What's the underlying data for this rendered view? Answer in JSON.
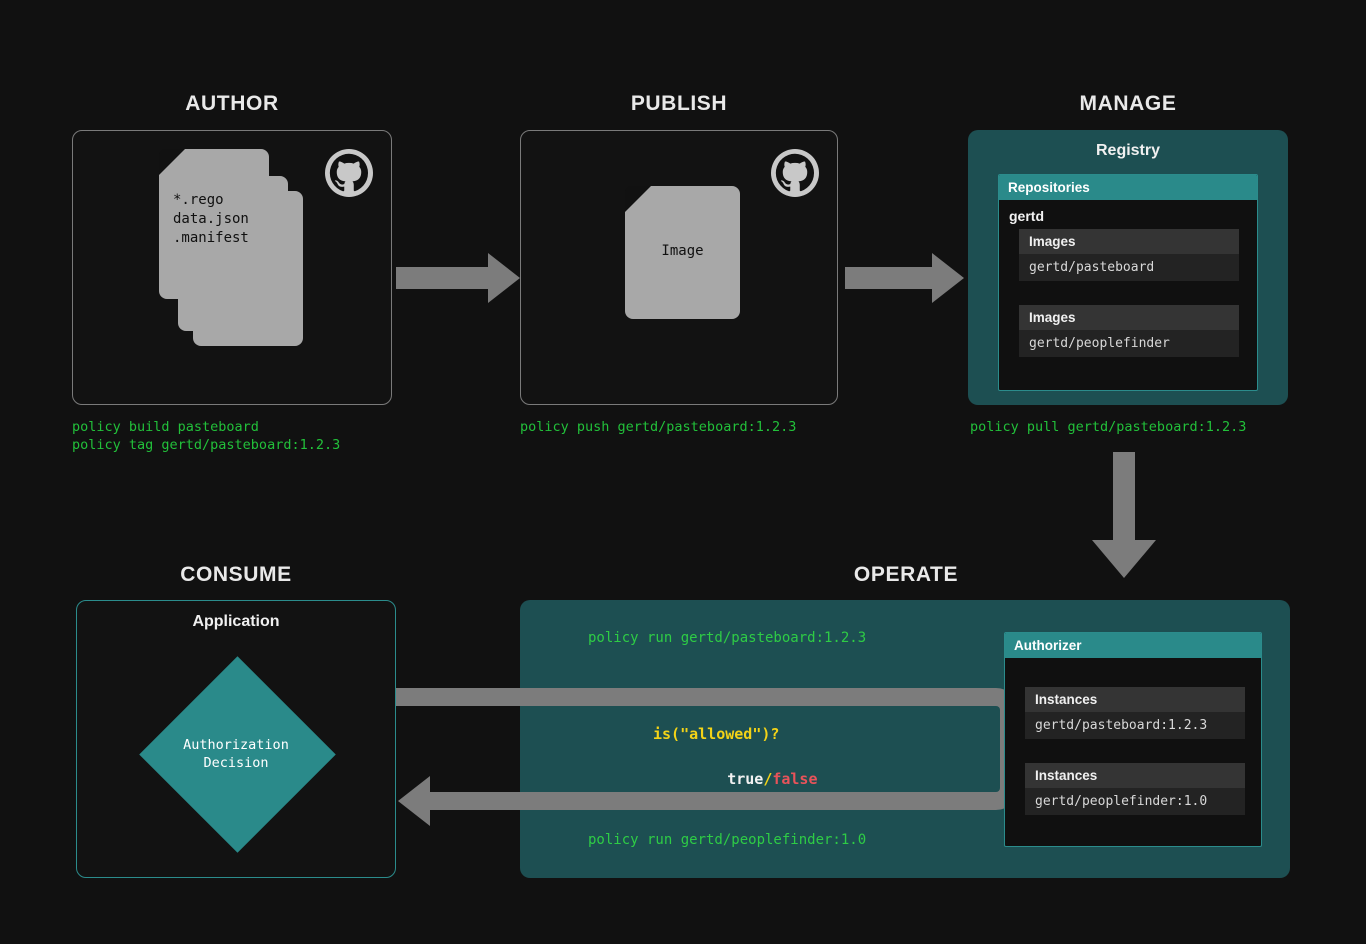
{
  "sections": {
    "author": {
      "title": "AUTHOR",
      "doc_lines": "*.rego\ndata.json\n.manifest",
      "icon": "github-icon",
      "commands": "policy build pasteboard\npolicy tag gertd/pasteboard:1.2.3"
    },
    "publish": {
      "title": "PUBLISH",
      "doc_label": "Image",
      "icon": "github-icon",
      "commands": "policy push gertd/pasteboard:1.2.3"
    },
    "manage": {
      "title": "MANAGE",
      "panel_heading": "Registry",
      "card_header": "Repositories",
      "org": "gertd",
      "groups": [
        {
          "header": "Images",
          "value": "gertd/pasteboard"
        },
        {
          "header": "Images",
          "value": "gertd/peoplefinder"
        }
      ],
      "commands": "policy pull gertd/pasteboard:1.2.3"
    },
    "consume": {
      "title": "CONSUME",
      "panel_heading": "Application",
      "diamond_label": "Authorization\nDecision"
    },
    "operate": {
      "title": "OPERATE",
      "command_top": "policy run gertd/pasteboard:1.2.3",
      "query": "is(\"allowed\")?",
      "result_true": "true",
      "result_sep": "/",
      "result_false": "false",
      "command_bottom": "policy run gertd/peoplefinder:1.0",
      "authorizer": {
        "card_header": "Authorizer",
        "groups": [
          {
            "header": "Instances",
            "value": "gertd/pasteboard:1.2.3"
          },
          {
            "header": "Instances",
            "value": "gertd/peoplefinder:1.0"
          }
        ]
      }
    }
  },
  "colors": {
    "background": "#111111",
    "teal_panel": "#1d4f52",
    "teal_accent": "#2a8a8a",
    "arrow_gray": "#7c7c7c",
    "doc_gray": "#a8a8a8",
    "command_green": "#22c03a",
    "query_yellow": "#f3d317",
    "false_red": "#e8535a"
  },
  "icons": {
    "github": "github-icon",
    "arrow_right": "arrow-right-icon",
    "arrow_down": "arrow-down-icon",
    "arrow_left": "arrow-left-icon"
  }
}
